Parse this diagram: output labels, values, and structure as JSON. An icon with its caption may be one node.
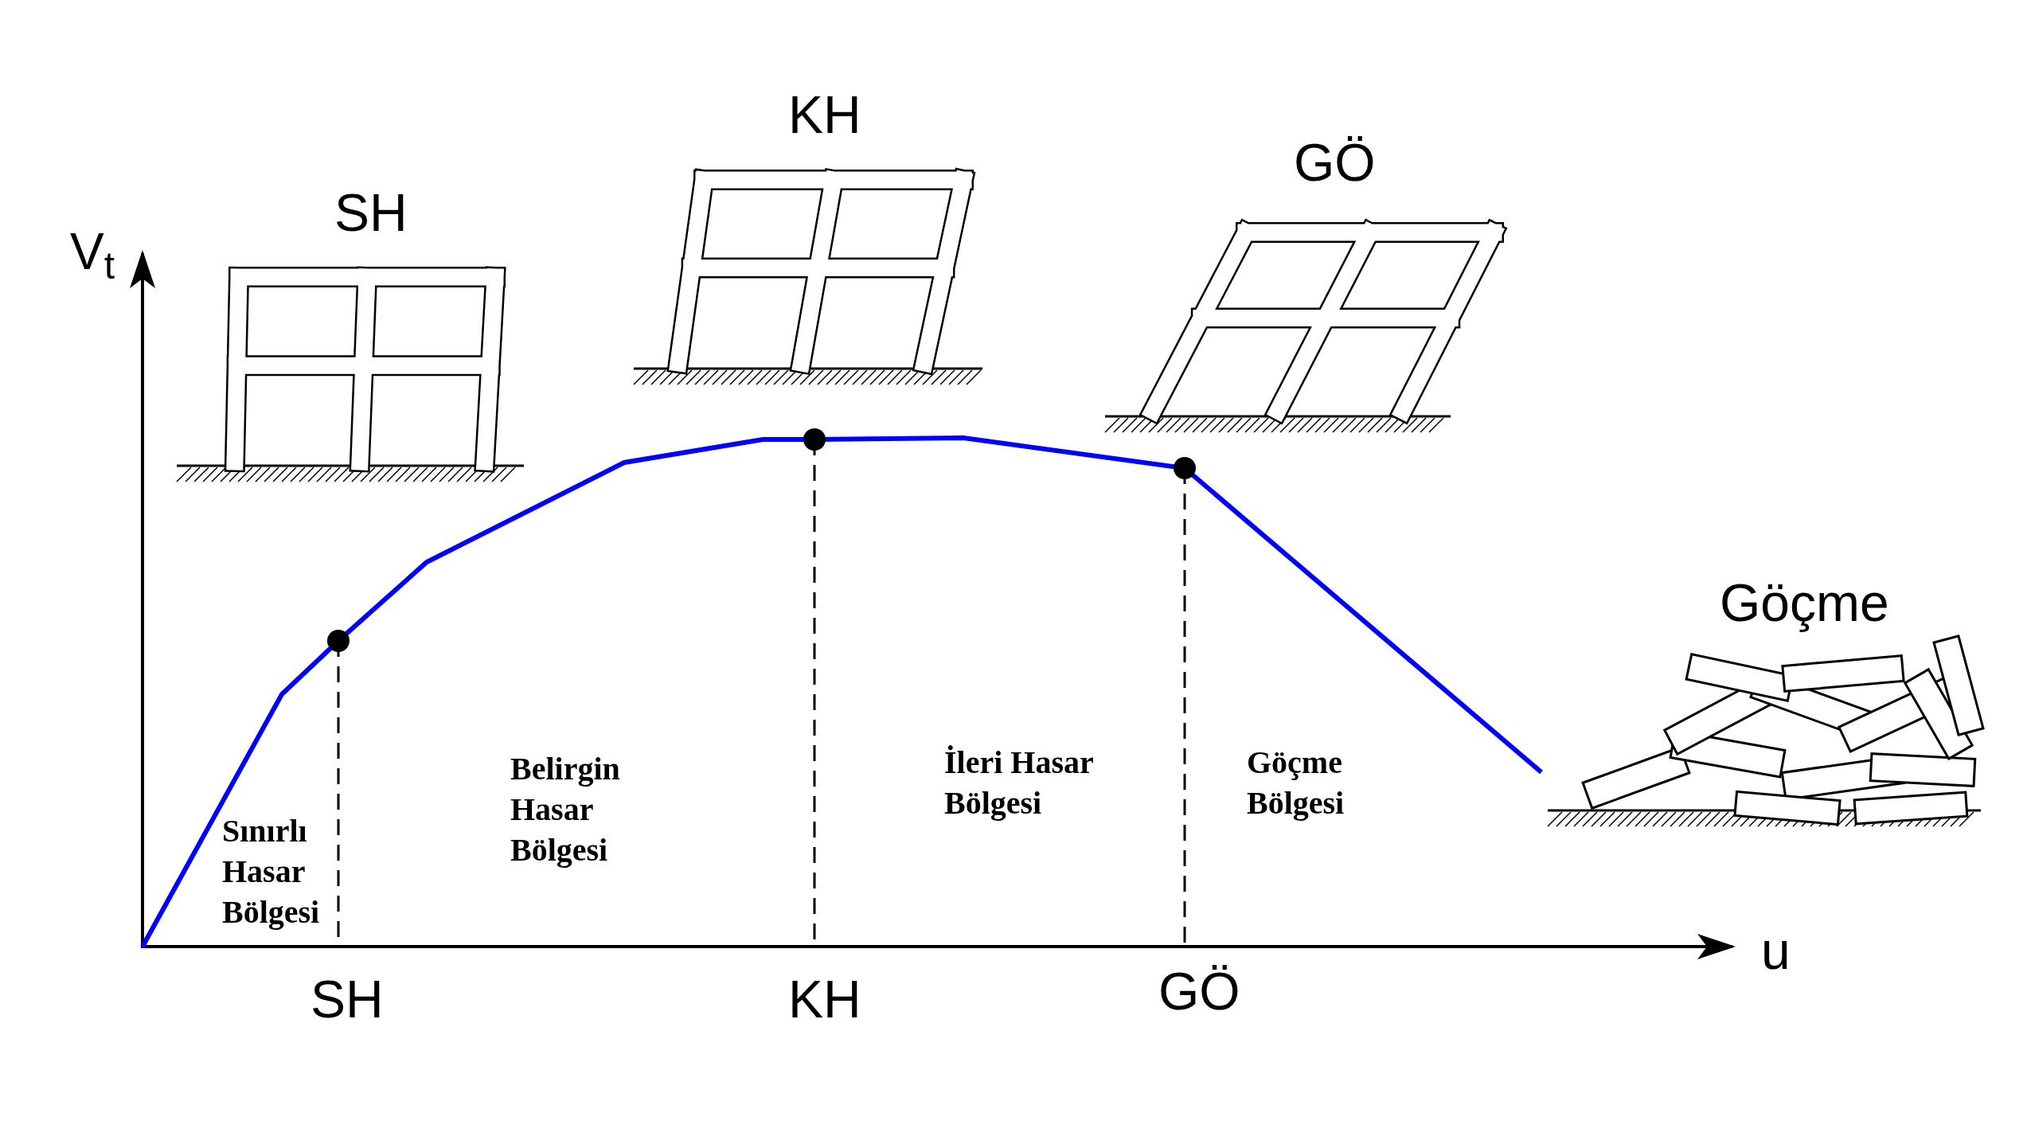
{
  "diagram": {
    "labels": [
      "KH",
      "GÖ",
      "SH",
      "V$_{t}$",
      "Göçme",
      "Belirgin Hasar Bölgesi",
      "İleri Hasar Bölgesi",
      "Göçme Bölgesi",
      "Sınırlı Hasar Bölgesi",
      "u",
      "SH",
      "KH",
      "GÖ"
    ]
  }
}
